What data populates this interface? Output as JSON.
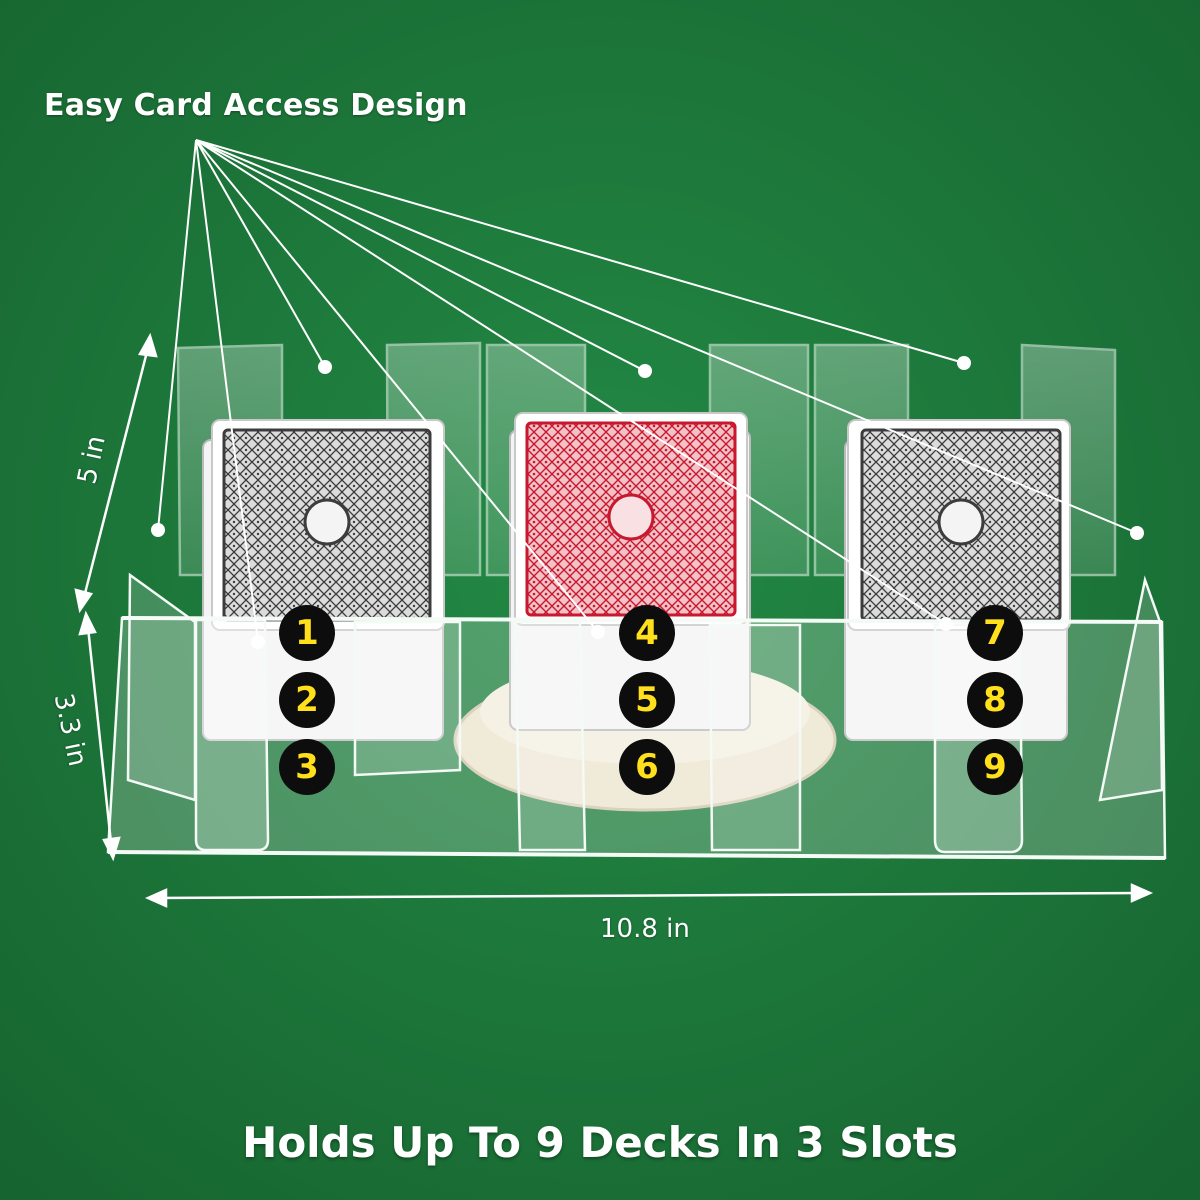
{
  "headline": "Easy Card Access Design",
  "caption": "Holds Up To 9 Decks In 3 Slots",
  "dimensions": {
    "height_top": "5 in",
    "height_base": "3.3 in",
    "width": "10.8 in"
  },
  "slots": [
    {
      "numbers": [
        "1",
        "2",
        "3"
      ],
      "deck_color": "#4a4a4a"
    },
    {
      "numbers": [
        "4",
        "5",
        "6"
      ],
      "deck_color": "#c8182e"
    },
    {
      "numbers": [
        "7",
        "8",
        "9"
      ],
      "deck_color": "#4a4a4a"
    }
  ],
  "colors": {
    "felt": "#1c7a3c",
    "badge": "#0d0d0d",
    "badge_text": "#ffe01b",
    "annotation": "#ffffff"
  }
}
